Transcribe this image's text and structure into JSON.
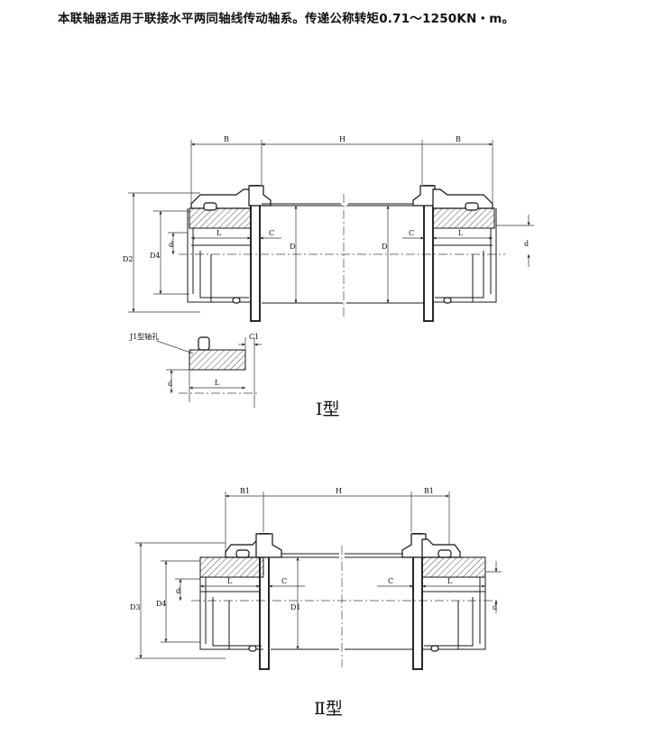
{
  "intro_text": "本联轴器适用于联接水平两同轴线传动轴系。传递公称转矩0.71～1250KN・m。",
  "type1": {
    "caption": "I型",
    "labels": {
      "B_left": "B",
      "H": "H",
      "B_right": "B",
      "D2": "D2",
      "D4": "D4",
      "d_left": "d",
      "L_left": "L",
      "C_left": "C",
      "D_left": "D",
      "D_right": "D",
      "C_right": "C",
      "L_right": "L",
      "d_right": "d"
    },
    "inset": {
      "title": "J1型轴孔",
      "C1": "C1",
      "d": "d",
      "L": "L"
    }
  },
  "type2": {
    "caption": "Ⅱ型",
    "labels": {
      "B1_left": "B1",
      "H": "H",
      "B1_right": "B1",
      "D3": "D3",
      "D4": "D4",
      "d": "d",
      "L_left": "L",
      "C_left": "C",
      "D1": "D1",
      "C_right": "C",
      "L_right": "L",
      "d_right": "d"
    }
  }
}
